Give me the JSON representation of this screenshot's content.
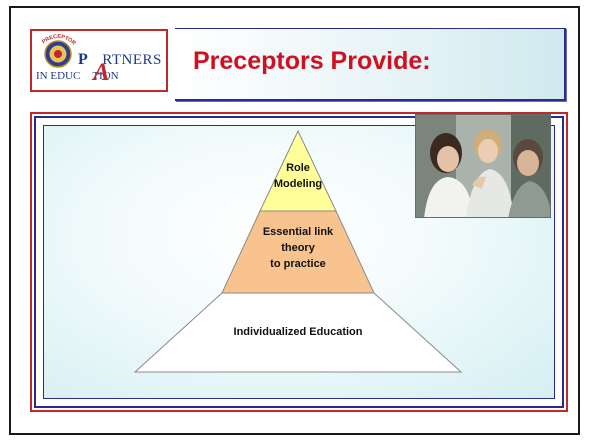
{
  "slide": {
    "title": "Preceptors Provide:"
  },
  "logo": {
    "arc_text": "PRECEPTORS",
    "line1_first": "P",
    "line1_rest": "RTNERS",
    "line2_first": "IN EDUC",
    "line2_big_letter": "A",
    "line2_rest": "TION",
    "colors": {
      "text": "#1e3a8a",
      "accent": "#c0282d"
    }
  },
  "pyramid": {
    "tiers": [
      {
        "lines": [
          "Role",
          "Modeling"
        ],
        "color": "#ffff99"
      },
      {
        "lines": [
          "Essential link",
          "theory",
          "to practice"
        ],
        "color": "#f9c38f"
      },
      {
        "lines": [
          "Individualized Education"
        ],
        "color": "#ffffff"
      }
    ]
  },
  "photo": {
    "icon": "people-photo"
  },
  "colors": {
    "title": "#d01020",
    "frame_red": "#c0282d",
    "frame_blue": "#2b2b8c"
  }
}
